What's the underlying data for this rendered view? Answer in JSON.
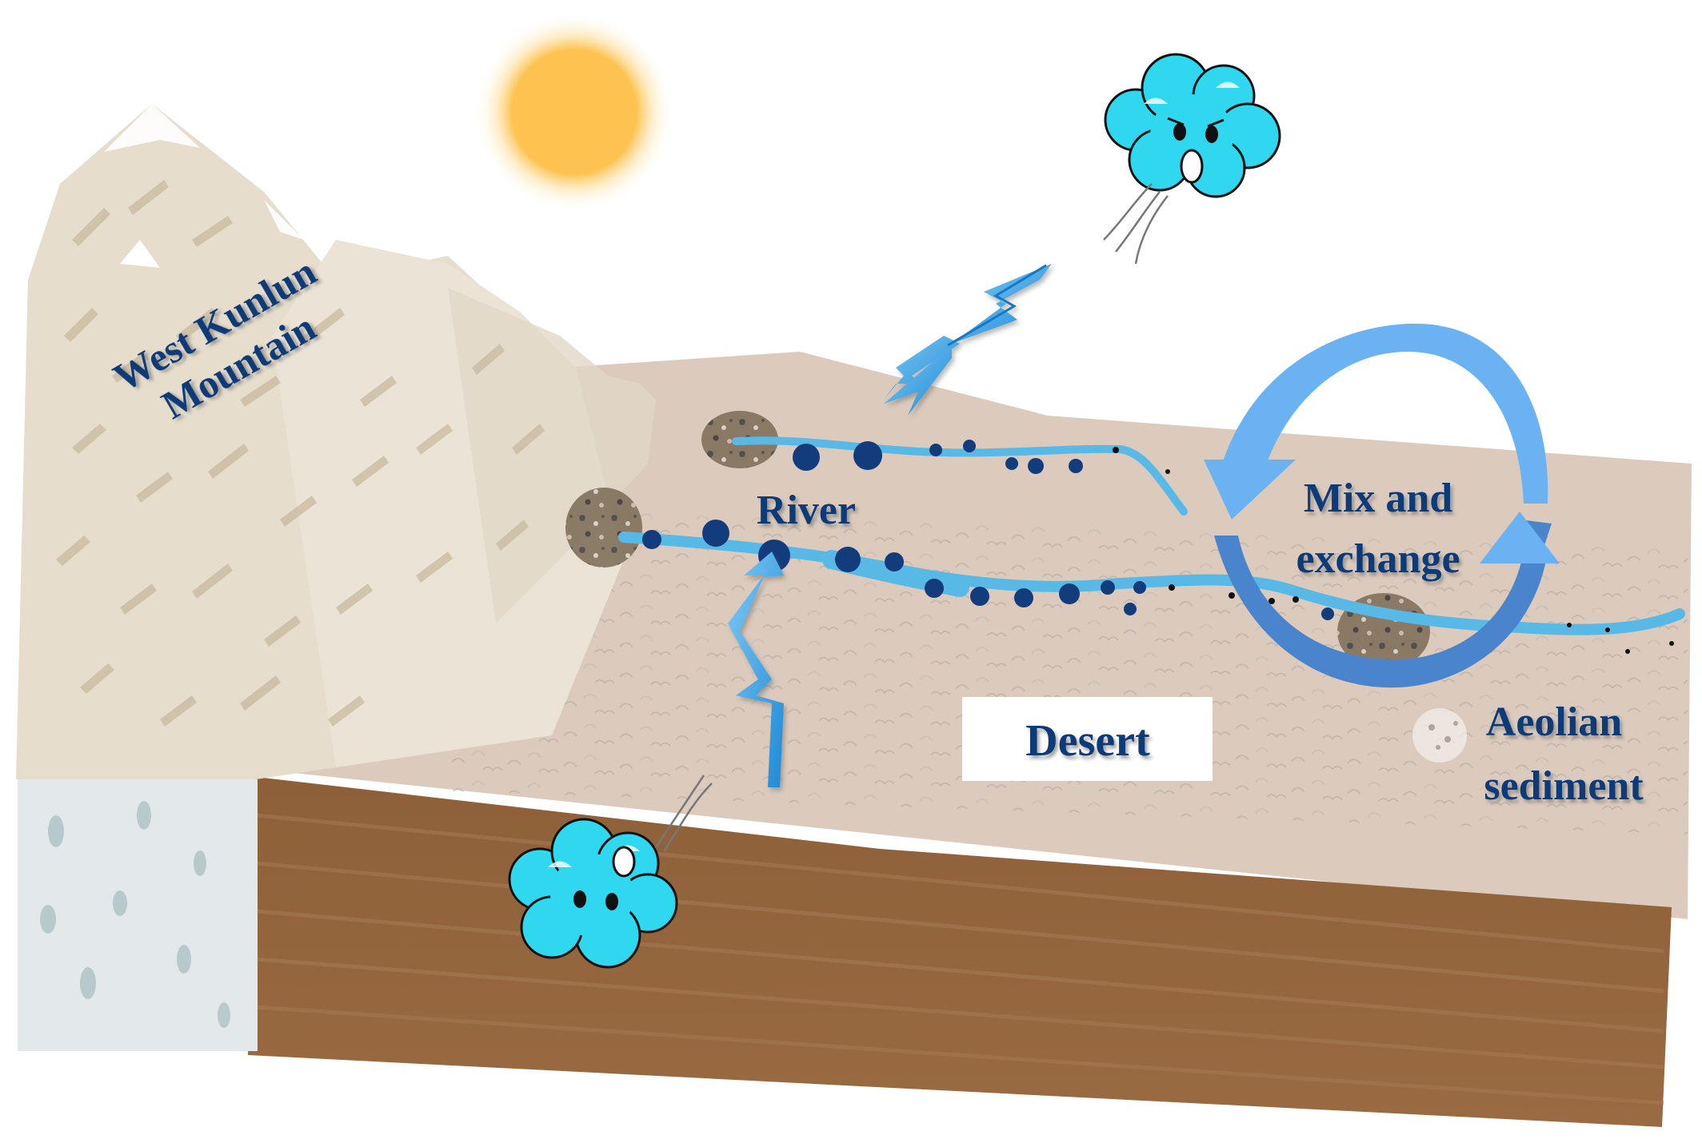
{
  "labels": {
    "mountain_line1": "West Kunlun",
    "mountain_line2": "Mountain",
    "river": "River",
    "mix_line1": "Mix and",
    "mix_line2": "exchange",
    "desert": "Desert",
    "aeolian_line1": "Aeolian",
    "aeolian_line2": "sediment"
  },
  "icons": {
    "sun": "sun-icon",
    "wind_top": "wind-cloud-face-icon",
    "wind_bottom": "wind-cloud-face-icon",
    "cycle": "circular-arrows-icon"
  },
  "colors": {
    "text": "#0f3a78",
    "sun": "#fdc24f",
    "river": "#59b9e6",
    "particles": "#123c7c",
    "desert": "#dccbbd",
    "soil": "#97683f",
    "rock": "#e3e9ea",
    "mountain": "#e6ddcc",
    "cloud": "#2fd8ef",
    "arrow": "#3aa6e8",
    "cycle_light": "#6ab2f2",
    "cycle_dark": "#4a84cc"
  }
}
